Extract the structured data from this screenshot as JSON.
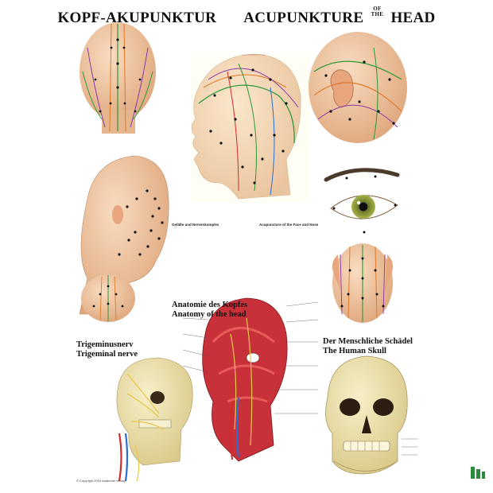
{
  "title": {
    "german": "KOPF-AKUPUNKTUR",
    "english": "ACUPUNKTURE",
    "of": "OF",
    "the": "THE",
    "head": "HEAD"
  },
  "sections": {
    "anatomy_de": "Anatomie des Kopfes",
    "anatomy_en": "Anatomy of the head",
    "trigeminal_de": "Trigeminusnerv",
    "trigeminal_en": "Trigeminal nerve",
    "skull_de": "Der Menschliche Schädel",
    "skull_en": "The Human Skull"
  },
  "legend": {
    "heading_de": "Gefäße und Nervenkomplex",
    "heading_en": "Acupuncture of the Face and Nose"
  },
  "footer": {
    "copyright": "© Copyright 2003 Anatomie Verlag"
  },
  "colors": {
    "skin": "#f2c9a3",
    "skull": "#efe4b0",
    "muscle": "#c8313a",
    "nerve": "#e8c84a",
    "meridian_green": "#2e9a3a",
    "meridian_orange": "#e07a2a",
    "meridian_purple": "#8a3aa8"
  }
}
